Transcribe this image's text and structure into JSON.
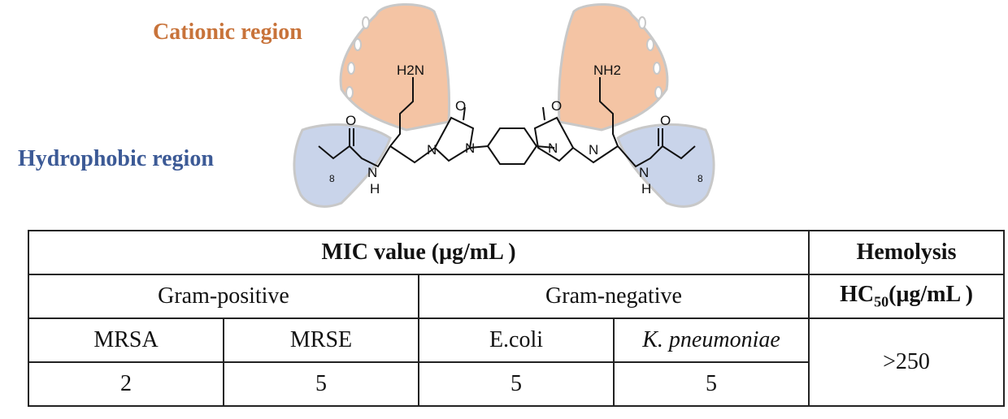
{
  "labels": {
    "cationic": "Cationic region",
    "hydrophobic": "Hydrophobic region"
  },
  "structure": {
    "amine_left": "H2N",
    "amine_right": "NH2",
    "oxygen": "O",
    "nitrogen": "N",
    "nh_h": "H",
    "chain_repeat": "8"
  },
  "table": {
    "mic_header": "MIC value (μg/mL )",
    "hemolysis_header": "Hemolysis",
    "hc50_prefix": "HC",
    "hc50_sub": "50",
    "hc50_suffix": "(μg/mL )",
    "gram_positive": "Gram-positive",
    "gram_negative": "Gram-negative",
    "strains": [
      "MRSA",
      "MRSE",
      "E.coli",
      "K. pneumoniae"
    ],
    "values": [
      "2",
      "5",
      "5",
      "5"
    ],
    "hemolysis_value": ">250"
  },
  "colors": {
    "cationic": "#c8733a",
    "cationic_fill": "#f4c4a4",
    "hydrophobic": "#3c5a96",
    "hydrophobic_fill": "#c9d4ea"
  }
}
